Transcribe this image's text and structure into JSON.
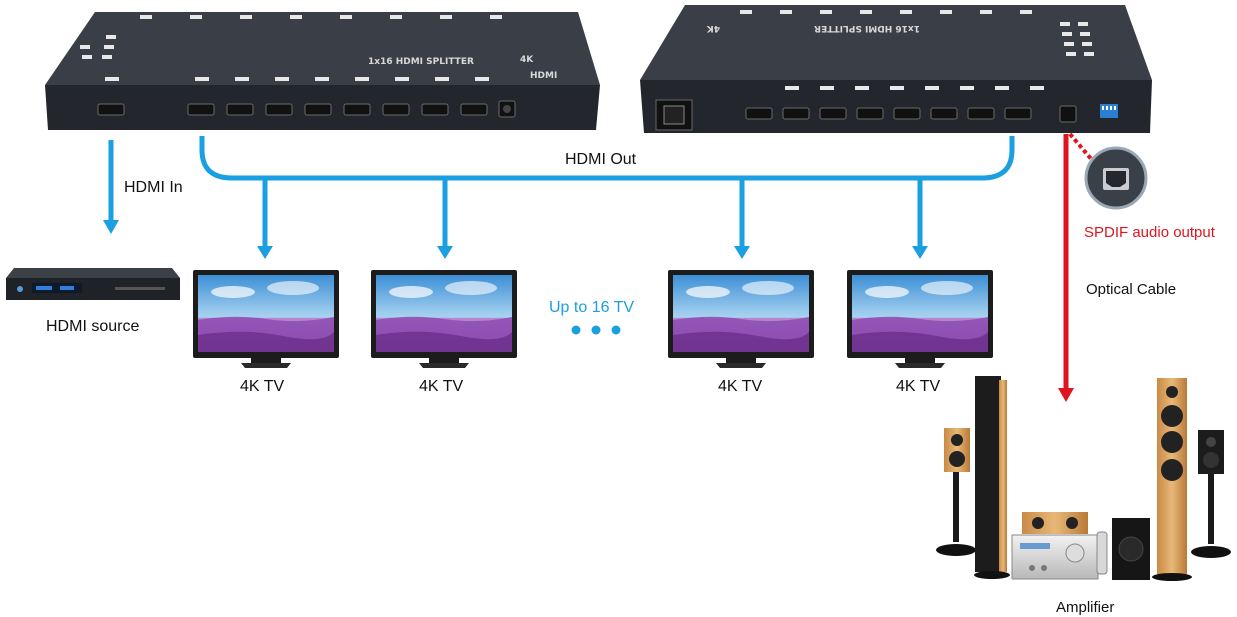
{
  "colors": {
    "hdmi_line": "#1a9fe0",
    "optical_line": "#e0141e",
    "device_body": "#2b2f36",
    "device_top": "#3a3f47"
  },
  "device_labels": {
    "front_model": "1x16 HDMI SPLITTER",
    "front_badge": "4K",
    "front_brand": "HDMI",
    "rear_model": "1x16 HDMI SPLITTER",
    "rear_badge": "4K"
  },
  "labels": {
    "hdmi_in": "HDMI  In",
    "hdmi_out": "HDMI Out",
    "hdmi_source": "HDMI source",
    "up_to": "Up to 16 TV",
    "spdif": "SPDIF audio output",
    "optical": "Optical Cable",
    "amplifier": "Amplifier"
  },
  "tvs": [
    {
      "label": "4K TV"
    },
    {
      "label": "4K TV"
    },
    {
      "label": "4K TV"
    },
    {
      "label": "4K TV"
    }
  ],
  "icons": {
    "splitter_front": "hdmi-splitter-front-icon",
    "splitter_rear": "hdmi-splitter-rear-icon",
    "source": "blu-ray-player-icon",
    "tv": "tv-icon",
    "toslink": "toslink-port-icon",
    "speakers": "home-theater-speakers-icon"
  }
}
